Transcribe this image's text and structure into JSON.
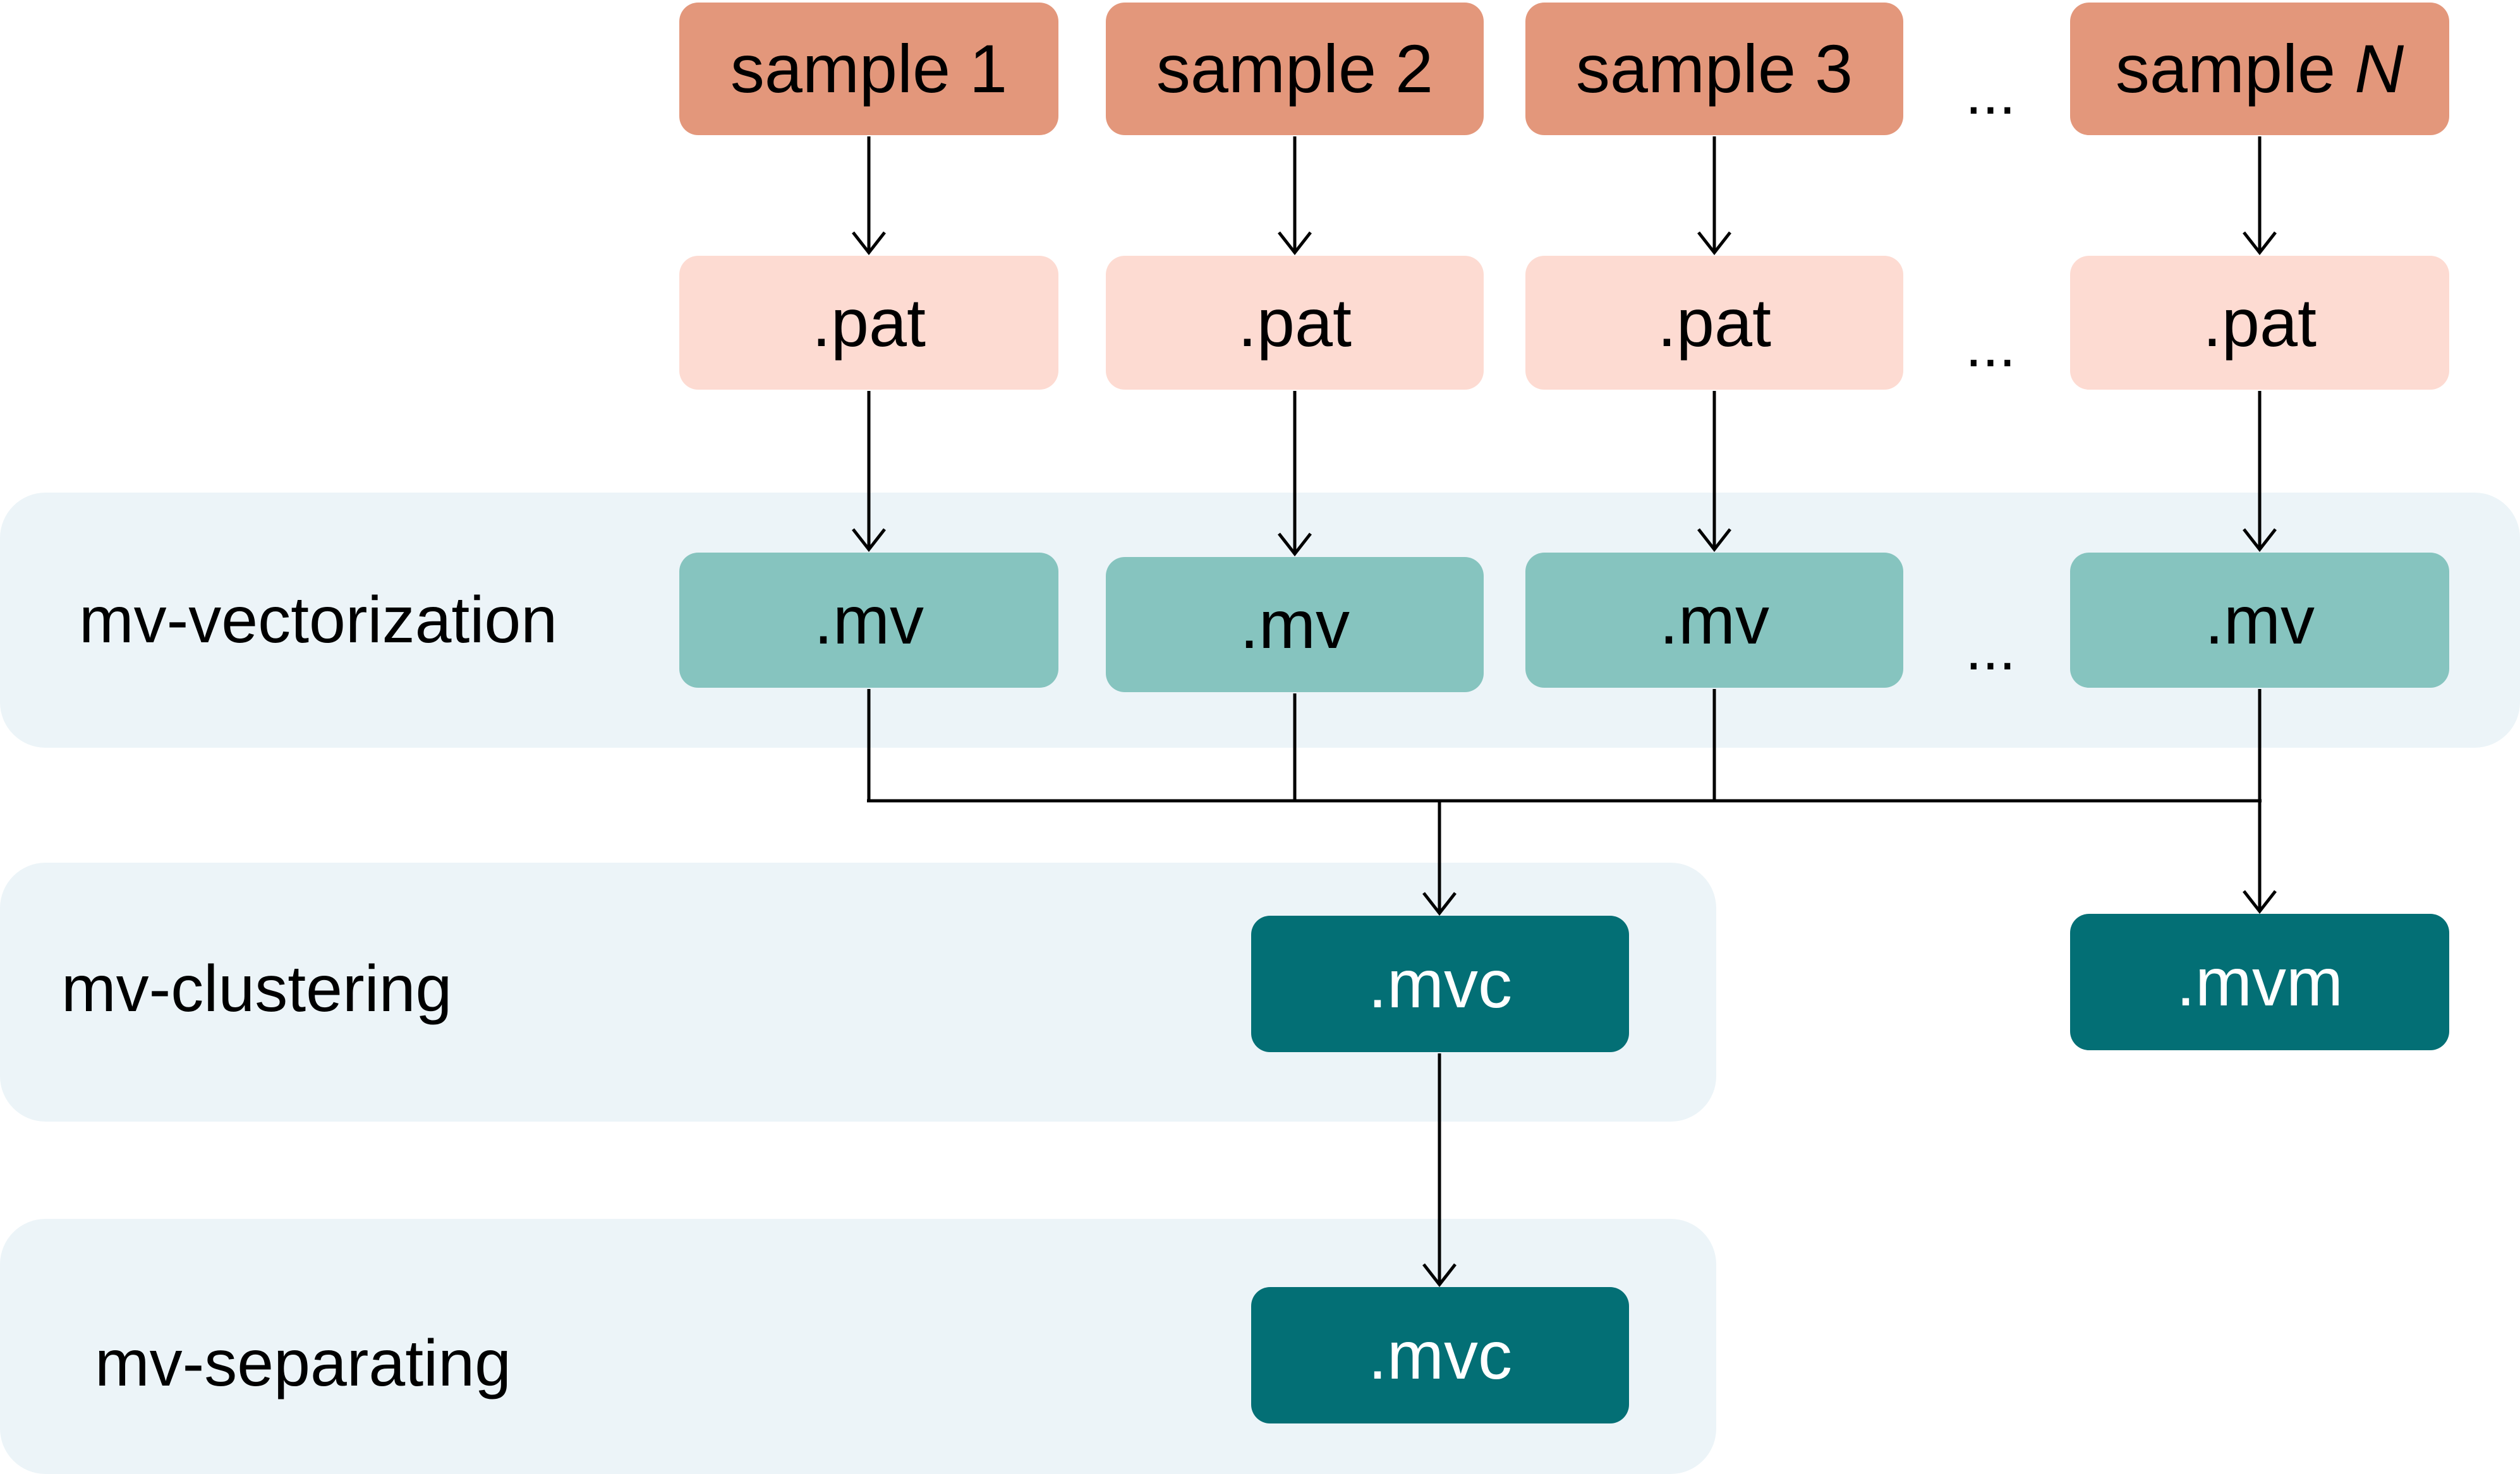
{
  "stages": {
    "vectorization": "mv-vectorization",
    "clustering": "mv-clustering",
    "separating": "mv-separating"
  },
  "samples": {
    "s1": "sample 1",
    "s2": "sample 2",
    "s3": "sample 3",
    "sN_prefix": "sample",
    "sN_var": "N"
  },
  "files": {
    "pat": ".pat",
    "mv": ".mv",
    "mvc": ".mvc",
    "mvm": ".mvm"
  },
  "ellipsis": "...",
  "colors": {
    "sample": "#e3977b",
    "pat": "#fddbd2",
    "mv": "#86c4bf",
    "output": "#036f75",
    "stage_panel": "#ecf4f8",
    "arrow": "#000000"
  }
}
